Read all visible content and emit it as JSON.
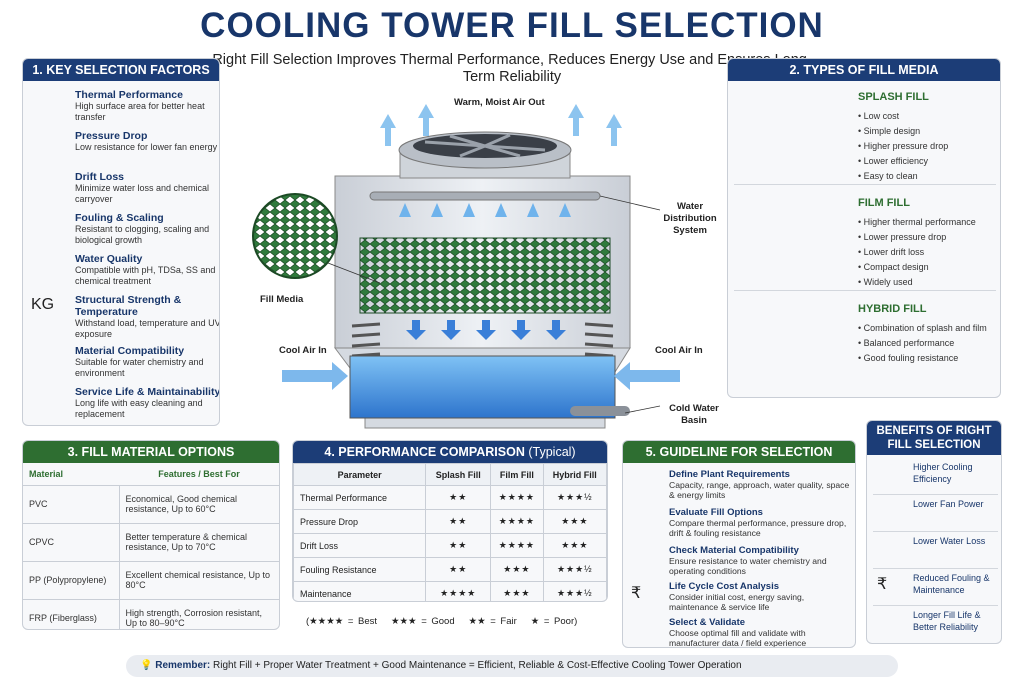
{
  "header": {
    "title": "COOLING TOWER FILL SELECTION",
    "subtitle": "Right Fill Selection Improves Thermal Performance, Reduces Energy Use and Ensures Long-Term Reliability"
  },
  "colors": {
    "navy": "#1c3d77",
    "green": "#2e6e31",
    "water": "#3d8fe0",
    "fill_green": "#2f7a3c"
  },
  "factors": {
    "heading": "1. KEY SELECTION FACTORS",
    "items": [
      {
        "icon": "thermometer-icon",
        "title": "Thermal Performance",
        "desc": "High surface area for better heat transfer"
      },
      {
        "icon": "gauge-icon",
        "title": "Pressure Drop",
        "desc": "Low resistance for lower fan energy"
      },
      {
        "icon": "droplets-icon",
        "title": "Drift Loss",
        "desc": "Minimize water loss and chemical carryover"
      },
      {
        "icon": "gears-icon",
        "title": "Fouling & Scaling",
        "desc": "Resistant to clogging, scaling and biological growth"
      },
      {
        "icon": "flask-icon",
        "title": "Water Quality",
        "desc": "Compatible with pH, TDSa, SS and chemical treatment"
      },
      {
        "icon": "weight-icon",
        "title": "Structural Strength & Temperature",
        "desc": "Withstand load, temperature and UV exposure"
      },
      {
        "icon": "shield-icon",
        "title": "Material Compatibility",
        "desc": "Suitable for water chemistry and environment"
      },
      {
        "icon": "tools-icon",
        "title": "Service Life & Maintainability",
        "desc": "Long life with easy cleaning and replacement"
      }
    ]
  },
  "diagram": {
    "top_label": "Warm, Moist Air Out",
    "water_dist": "Water Distribution System",
    "fill_media": "Fill Media",
    "cool_air_left": "Cool Air In",
    "cool_air_right": "Cool Air In",
    "basin": "Cold Water Basin"
  },
  "types": {
    "heading": "2. TYPES OF FILL MEDIA",
    "items": [
      {
        "name": "SPLASH FILL",
        "color": "#2f7a3c",
        "points": [
          "Low cost",
          "Simple design",
          "Higher pressure drop",
          "Lower efficiency",
          "Easy to clean"
        ]
      },
      {
        "name": "FILM FILL",
        "color": "#1a1a1a",
        "points": [
          "Higher thermal performance",
          "Lower pressure drop",
          "Lower drift loss",
          "Compact design",
          "Widely used"
        ]
      },
      {
        "name": "HYBRID FILL",
        "color": "#1f5fc0",
        "points": [
          "Combination of splash and film",
          "Balanced performance",
          "Good fouling resistance"
        ]
      }
    ]
  },
  "materials": {
    "heading": "3. FILL MATERIAL OPTIONS",
    "col1": "Material",
    "col2": "Features / Best For",
    "rows": [
      {
        "m": "PVC",
        "f": "Economical, Good chemical resistance, Up to 60°C"
      },
      {
        "m": "CPVC",
        "f": "Better temperature & chemical resistance, Up to 70°C"
      },
      {
        "m": "PP (Polypropylene)",
        "f": "Excellent chemical resistance, Up to 80°C"
      },
      {
        "m": "FRP (Fiberglass)",
        "f": "High strength, Corrosion resistant, Up to 80–90°C"
      }
    ]
  },
  "performance": {
    "heading": "4. PERFORMANCE COMPARISON",
    "heading_sub": "(Typical)",
    "cols": [
      "Parameter",
      "Splash Fill",
      "Film Fill",
      "Hybrid Fill"
    ],
    "rows": [
      [
        "Thermal Performance",
        "★★",
        "★★★★",
        "★★★½"
      ],
      [
        "Pressure Drop",
        "★★",
        "★★★★",
        "★★★"
      ],
      [
        "Drift Loss",
        "★★",
        "★★★★",
        "★★★"
      ],
      [
        "Fouling Resistance",
        "★★",
        "★★★",
        "★★★½"
      ],
      [
        "Maintenance",
        "★★★★",
        "★★★",
        "★★★½"
      ]
    ],
    "legend": [
      "(★★★★ = Best",
      "★★★ = Good",
      "★★ = Fair",
      "★ = Poor)"
    ]
  },
  "guideline": {
    "heading": "5. GUIDELINE FOR SELECTION",
    "items": [
      {
        "icon": "target-icon",
        "title": "Define Plant Requirements",
        "desc": "Capacity, range, approach, water quality, space & energy limits"
      },
      {
        "icon": "magnifier-icon",
        "title": "Evaluate Fill Options",
        "desc": "Compare thermal performance, pressure drop, drift & fouling resistance"
      },
      {
        "icon": "beaker-icon",
        "title": "Check Material Compatibility",
        "desc": "Ensure resistance to water chemistry and operating conditions"
      },
      {
        "icon": "rupee-icon",
        "title": "Life Cycle Cost Analysis",
        "desc": "Consider initial cost, energy saving, maintenance & service life"
      },
      {
        "icon": "check-icon",
        "title": "Select & Validate",
        "desc": "Choose optimal fill and validate with manufacturer data / field experience"
      }
    ]
  },
  "benefits": {
    "heading": "BENEFITS OF RIGHT FILL SELECTION",
    "items": [
      {
        "icon": "chart-up-icon",
        "text": "Higher Cooling Efficiency"
      },
      {
        "icon": "bolt-icon",
        "text": "Lower Fan Power"
      },
      {
        "icon": "drop-icon",
        "text": "Lower Water Loss"
      },
      {
        "icon": "rupee-shield-icon",
        "text": "Reduced Fouling & Maintenance"
      },
      {
        "icon": "clock-icon",
        "text": "Longer Fill Life & Better Reliability"
      }
    ]
  },
  "remember": {
    "label": "Remember:",
    "text": "Right Fill + Proper Water Treatment + Good Maintenance = Efficient, Reliable & Cost-Effective Cooling Tower Operation"
  }
}
